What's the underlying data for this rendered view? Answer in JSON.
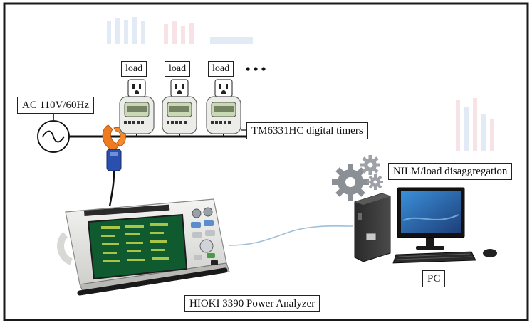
{
  "labels": {
    "source": "AC 110V/60Hz",
    "loads": [
      "load",
      "load",
      "load"
    ],
    "more": "•••",
    "timers": "TM6331HC digital timers",
    "nilm": "NILM/load disaggregation",
    "pc": "PC",
    "analyzer": "HIOKI 3390 Power Analyzer"
  },
  "colors": {
    "frame": "#1a1a1a",
    "wire": "#111111",
    "clamp": "#f07a1e",
    "clamp_body": "#2b4fae",
    "screen": "#0f5a2f",
    "monitor_screen": "#2c5fa8",
    "gear": "#8b8f96"
  },
  "icons": [
    "ac-source-icon",
    "current-clamp-icon",
    "outlet-icon",
    "timer-icon",
    "gear-icon",
    "computer-tower-icon",
    "monitor-icon",
    "keyboard-icon",
    "mouse-icon",
    "power-analyzer-icon"
  ]
}
